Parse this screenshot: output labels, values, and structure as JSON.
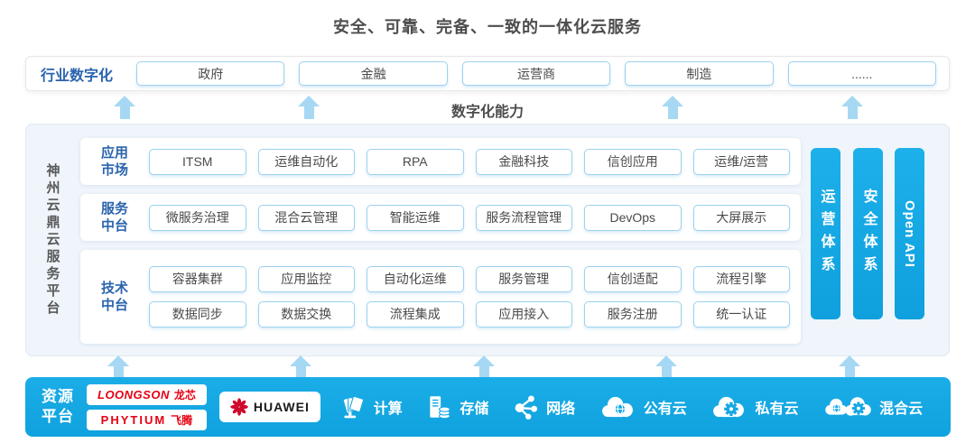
{
  "title": "安全、可靠、完备、一致的一体化云服务",
  "industry": {
    "label": "行业数字化",
    "items": [
      "政府",
      "金融",
      "运营商",
      "制造",
      "......"
    ]
  },
  "capability_label": "数字化能力",
  "platform": {
    "side_label": "神州云鼎云服务平台",
    "rows": [
      {
        "label_line1": "应用",
        "label_line2": "市场",
        "chips": [
          "ITSM",
          "运维自动化",
          "RPA",
          "金融科技",
          "信创应用",
          "运维/运营"
        ]
      },
      {
        "label_line1": "服务",
        "label_line2": "中台",
        "chips": [
          "微服务治理",
          "混合云管理",
          "智能运维",
          "服务流程管理",
          "DevOps",
          "大屏展示"
        ]
      },
      {
        "label_line1": "技术",
        "label_line2": "中台",
        "chips_row1": [
          "容器集群",
          "应用监控",
          "自动化运维",
          "服务管理",
          "信创适配",
          "流程引擎"
        ],
        "chips_row2": [
          "数据同步",
          "数据交换",
          "流程集成",
          "应用接入",
          "服务注册",
          "统一认证"
        ]
      }
    ],
    "pillars": [
      {
        "label": "运营体系"
      },
      {
        "label": "安全体系"
      },
      {
        "label": "Open API"
      }
    ]
  },
  "resources": {
    "label_line1": "资源",
    "label_line2": "平台",
    "vendors": {
      "loongson_en": "LOONGSON",
      "loongson_cn": "龙芯",
      "phytium_en": "PHYTIUM",
      "phytium_cn": "飞腾",
      "huawei": "HUAWEI"
    },
    "items": [
      {
        "label": "计算",
        "icon": "compute-icon"
      },
      {
        "label": "存储",
        "icon": "storage-icon"
      },
      {
        "label": "网络",
        "icon": "network-icon"
      },
      {
        "label": "公有云",
        "icon": "public-cloud-icon"
      },
      {
        "label": "私有云",
        "icon": "private-cloud-icon"
      },
      {
        "label": "混合云",
        "icon": "hybrid-cloud-icon"
      }
    ]
  },
  "colors": {
    "accent_blue": "#14a7e4",
    "arrow_blue": "#a6d8f3",
    "label_blue": "#2a64ad",
    "chip_border": "#9cd1ee",
    "text_dark": "#4a4a4a",
    "panel_bg": "#eff5fa",
    "vendor_red": "#e60012",
    "huawei_red": "#cf0a2c"
  }
}
